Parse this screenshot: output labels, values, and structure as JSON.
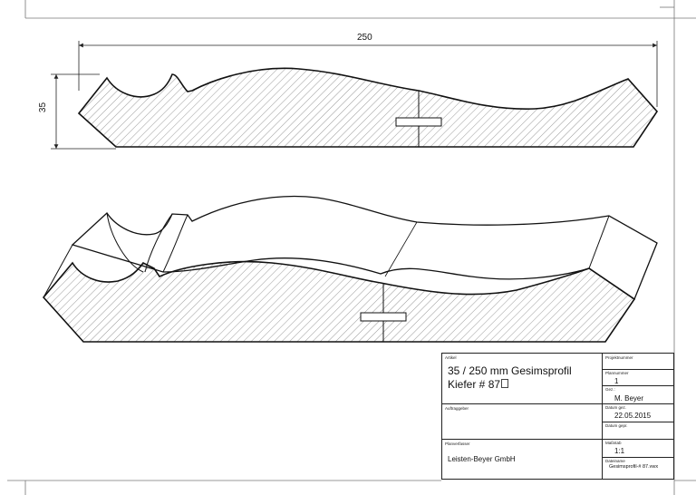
{
  "dimensions": {
    "width_label": "250",
    "height_label": "35"
  },
  "title_block": {
    "artikel_label": "Artikel",
    "artikel_line1": "35 / 250 mm Gesimsprofil",
    "artikel_line2": "Kiefer # 87",
    "projektnummer_label": "Projektnummer",
    "plannummer_label": "Plannummer",
    "plannummer_value": "1",
    "gez_label": "Gez.:",
    "gez_value": "M. Beyer",
    "datum_gez_label": "Datum gez.",
    "datum_gez_value": "22.05.2015",
    "datum_gepr_label": "Datum gepr.",
    "auftraggeber_label": "Auftraggeber",
    "planverfasser_label": "Planverfasser",
    "planverfasser_value": "Leisten-Beyer GmbH",
    "massstab_label": "Maßstab",
    "massstab_value": "1:1",
    "dateiname_label": "Dateiname",
    "dateiname_value": "Gesimsprofil-# 87.vwx"
  }
}
